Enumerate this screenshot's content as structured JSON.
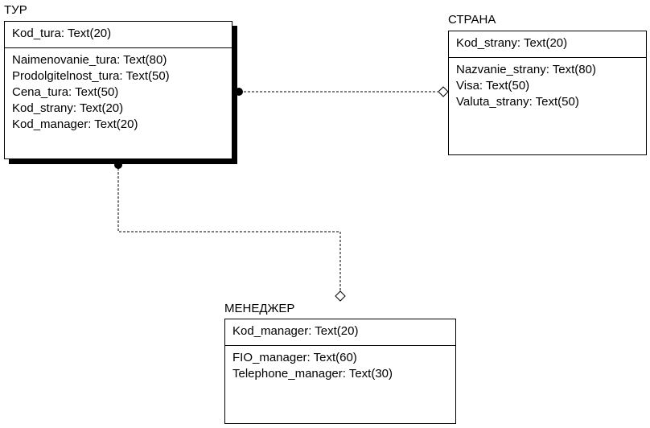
{
  "entities": {
    "tur": {
      "name": "ТУР",
      "key": "Kod_tura: Text(20)",
      "attributes": [
        "Naimenovanie_tura: Text(80)",
        "Prodolgitelnost_tura: Text(50)",
        "Cena_tura: Text(50)",
        "Kod_strany: Text(20)",
        "Kod_manager: Text(20)"
      ]
    },
    "strana": {
      "name": "СТРАНА",
      "key": "Kod_strany: Text(20)",
      "attributes": [
        "Nazvanie_strany: Text(80)",
        "Visa: Text(50)",
        "Valuta_strany: Text(50)"
      ]
    },
    "menedzher": {
      "name": "МЕНЕДЖЕР",
      "key": "Kod_manager: Text(20)",
      "attributes": [
        "FIO_manager: Text(60)",
        "Telephone_manager: Text(30)"
      ]
    }
  },
  "colors": {
    "line": "#000000",
    "background": "#ffffff"
  }
}
